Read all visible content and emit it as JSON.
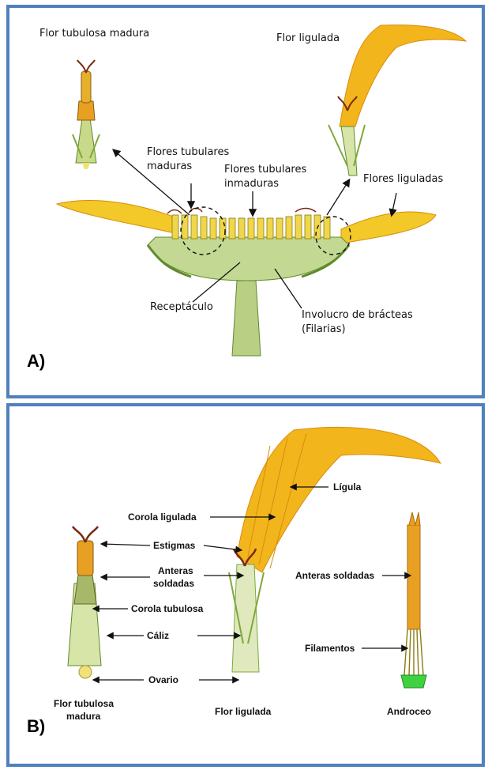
{
  "panelA": {
    "tag": "A)",
    "labels": {
      "flor_tubulosa_madura": "Flor tubulosa madura",
      "flor_ligulada": "Flor ligulada",
      "flores_tubulares_maduras_1": "Flores tubulares",
      "flores_tubulares_maduras_2": "maduras",
      "flores_tubulares_inmaduras_1": "Flores tubulares",
      "flores_tubulares_inmaduras_2": "inmaduras",
      "flores_liguladas": "Flores liguladas",
      "receptaculo": "Receptáculo",
      "involucro_1": "Involucro de brácteas",
      "involucro_2": "(Filarias)"
    }
  },
  "panelB": {
    "tag": "B)",
    "labels": {
      "ligula": "Lígula",
      "corola_ligulada": "Corola ligulada",
      "estigmas": "Estigmas",
      "anteras_soldadas_1": "Anteras",
      "anteras_soldadas_2": "soldadas",
      "corola_tubulosa": "Corola tubulosa",
      "caliz": "Cáliz",
      "ovario": "Ovario",
      "anteras_soldadas_right": "Anteras soldadas",
      "filamentos": "Filamentos",
      "flor_tubulosa_madura_1": "Flor tubulosa",
      "flor_tubulosa_madura_2": "madura",
      "flor_ligulada": "Flor ligulada",
      "androceo": "Androceo"
    }
  },
  "colors": {
    "frame": "#4f81bd",
    "petal": "#f2b51c",
    "petal_dark": "#d98c0e",
    "green": "#9dbf4a",
    "green_dark": "#5f8a2a",
    "stigma": "#7a2b12",
    "androceo_base": "#3fd13f"
  }
}
